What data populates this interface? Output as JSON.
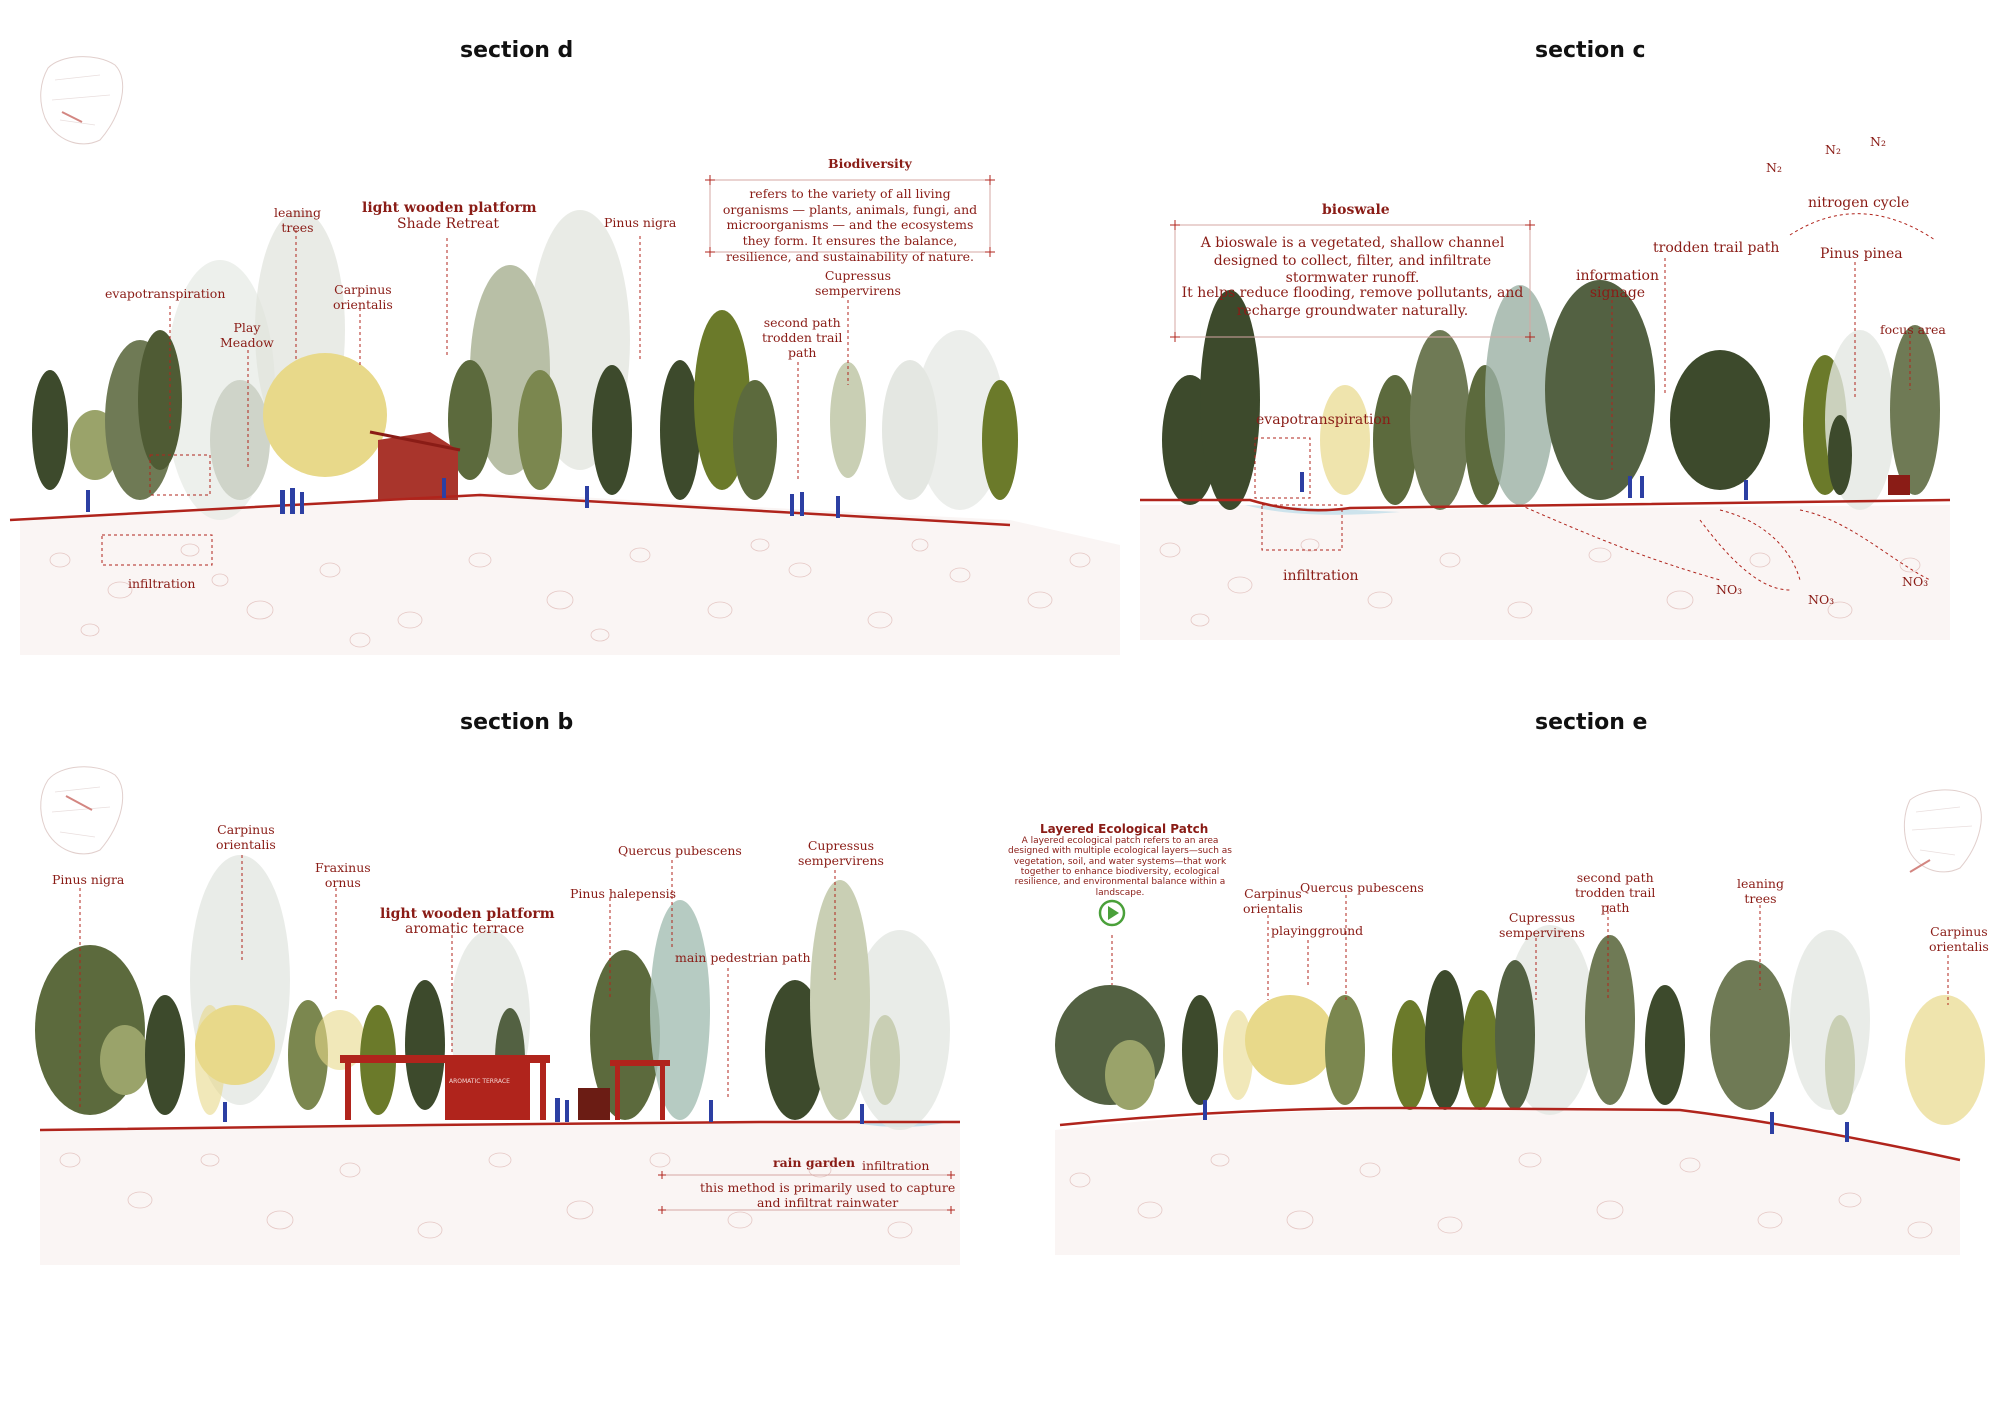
{
  "sections": {
    "d": {
      "heading": "section d",
      "labels": {
        "evapotranspiration": "evapotranspiration",
        "play_meadow": "Play\nMeadow",
        "leaning_trees": "leaning\ntrees",
        "carpinus": "Carpinus\norientalis",
        "platform_title": "light wooden platform",
        "platform_sub": "Shade Retreat",
        "pinus_nigra": "Pinus nigra",
        "biodiversity_title": "Biodiversity",
        "biodiversity_text": "refers to the variety of all living organisms — plants, animals, fungi, and microorganisms — and the ecosystems they form. It ensures the balance, resilience, and sustainability of nature.",
        "cupressus": "Cupressus\nsempervirens",
        "second_path": "second path\ntrodden trail\npath",
        "infiltration": "infiltration"
      }
    },
    "c": {
      "heading": "section c",
      "labels": {
        "bioswale_title": "bioswale",
        "bioswale_text_1": "A bioswale is a vegetated, shallow channel designed to collect, filter, and infiltrate stormwater runoff.",
        "bioswale_text_2": "It helps reduce flooding, remove pollutants, and recharge groundwater naturally.",
        "info_signage": "information\nsignage",
        "trodden_trail": "trodden trail path",
        "nitrogen_cycle": "nitrogen cycle",
        "pinus_pinea": "Pinus pinea",
        "focus_area": "focus area",
        "evapotranspiration": "evapotranspiration",
        "infiltration": "infiltration",
        "n2_a": "N₂",
        "n2_b": "N₂",
        "n2_c": "N₂",
        "no3_a": "NO₃",
        "no3_b": "NO₃",
        "no3_c": "NO₃"
      }
    },
    "b": {
      "heading": "section b",
      "labels": {
        "pinus_nigra": "Pinus nigra",
        "carpinus": "Carpinus\norientalis",
        "fraxinus": "Fraxinus\nornus",
        "platform_title": "light wooden platform",
        "platform_sub": "aromatic terrace",
        "pinus_halepensis": "Pinus halepensis",
        "quercus": "Quercus pubescens",
        "main_path": "main pedestrian path",
        "cupressus": "Cupressus\nsempervirens",
        "rain_garden": "rain garden",
        "infiltration": "infiltration",
        "rain_text": "this method is primarily used to capture\nand infiltrat rainwater",
        "terrace_sign": "AROMATIC TERRACE"
      }
    },
    "e": {
      "heading": "section e",
      "labels": {
        "layered_title": "Layered Ecological Patch",
        "layered_text": "A layered ecological patch refers to an area designed with multiple ecological layers—such as vegetation, soil, and water systems—that work together to enhance biodiversity, ecological resilience, and environmental balance within a landscape.",
        "carpinus_left": "Carpinus\norientalis",
        "playingground": "playingground",
        "quercus": "Quercus pubescens",
        "cupressus": "Cupressus\nsempervirens",
        "second_path": "second path\ntrodden trail\npath",
        "leaning_trees": "leaning\ntrees",
        "carpinus_right": "Carpinus\norientalis"
      }
    }
  },
  "colors": {
    "accent": "#8a1c16",
    "ground_line": "#b0241c",
    "dark_green": "#3d4a2c",
    "olive": "#6b7a2a",
    "yellow": "#e8d98a",
    "pale": "#c9cfc4",
    "people": "#2c3fa3",
    "play_icon": "#4aa03a"
  }
}
